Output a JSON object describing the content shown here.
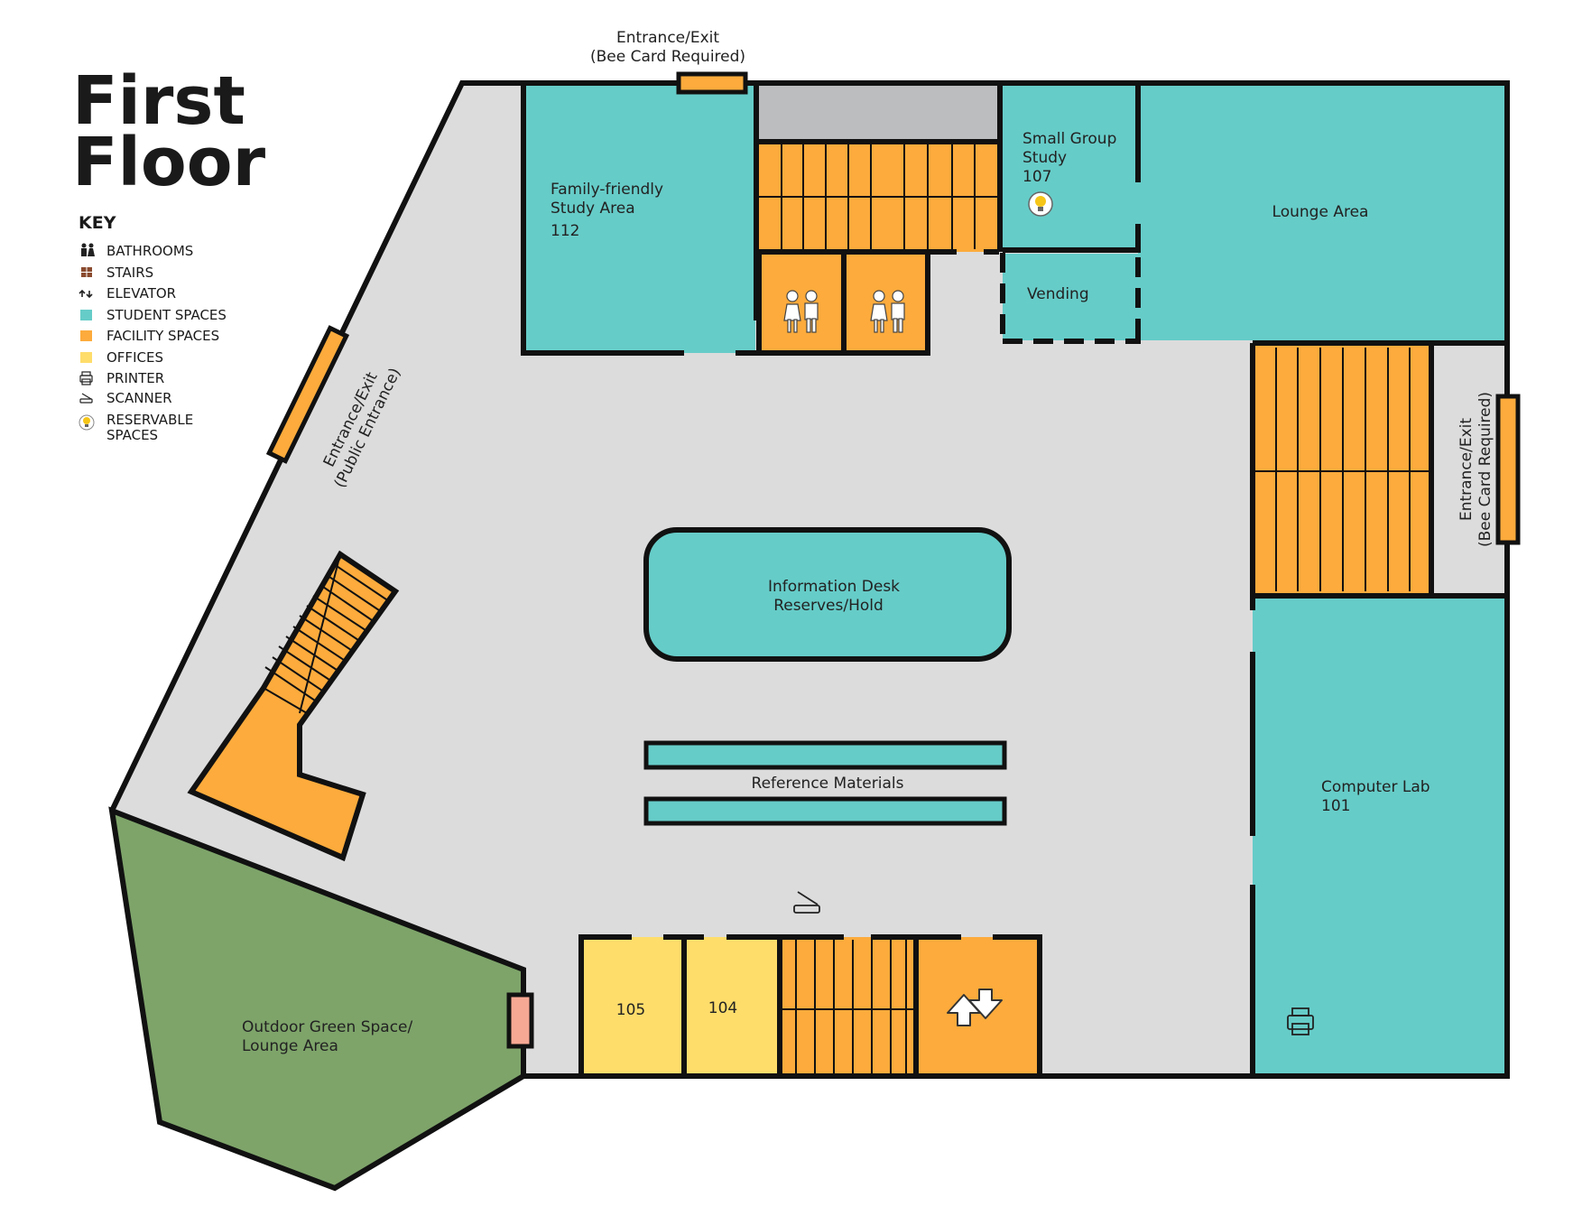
{
  "title": {
    "line1": "First",
    "line2": "Floor"
  },
  "key": {
    "heading": "KEY",
    "items": [
      {
        "label": "BATHROOMS",
        "icon": "bathroom-icon"
      },
      {
        "label": "STAIRS",
        "icon": "stairs-icon"
      },
      {
        "label": "ELEVATOR",
        "icon": "elevator-icon"
      },
      {
        "label": "STUDENT SPACES",
        "icon": "swatch-student",
        "color": "#66ccc8"
      },
      {
        "label": "FACILITY SPACES",
        "icon": "swatch-facility",
        "color": "#fcab3c"
      },
      {
        "label": "OFFICES",
        "icon": "swatch-office",
        "color": "#fedd6b"
      },
      {
        "label": "PRINTER",
        "icon": "printer-icon"
      },
      {
        "label": "SCANNER",
        "icon": "scanner-icon"
      }
    ],
    "reservable_line1": "RESERVABLE",
    "reservable_line2": "SPACES"
  },
  "colors": {
    "student": "#66ccc8",
    "facility": "#fcab3c",
    "office": "#fedd6b",
    "floor": "#dcdcdc",
    "green": "#7ea46a",
    "grey_block": "#bcbdbf",
    "door_pink": "#f6a894"
  },
  "entrances": {
    "top_line1": "Entrance/Exit",
    "top_line2": "(Bee Card Required)",
    "public_line1": "Entrance/Exit",
    "public_line2": "(Public Entrance)",
    "right_line1": "Entrance/Exit",
    "right_line2": "(Bee Card Required)"
  },
  "rooms": {
    "family_line1": "Family-friendly",
    "family_line2": "Study Area",
    "family_number": "112",
    "small_group_line1": "Small Group",
    "small_group_line2": "Study",
    "small_group_number": "107",
    "lounge": "Lounge Area",
    "vending": "Vending",
    "info_line1": "Information Desk",
    "info_line2": "Reserves/Hold",
    "reference": "Reference Materials",
    "computer_lab_line1": "Computer Lab",
    "computer_lab_number": "101",
    "outdoor_line1": "Outdoor Green Space/",
    "outdoor_line2": "Lounge Area",
    "office_105": "105",
    "office_104": "104"
  }
}
